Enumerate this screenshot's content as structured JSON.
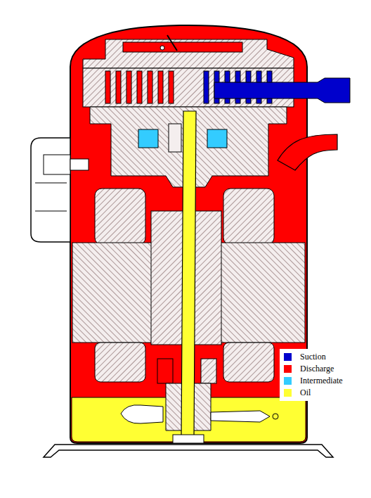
{
  "diagram": {
    "legend": [
      {
        "text": "Suction",
        "color": "#0000cc"
      },
      {
        "text": "Discharge",
        "color": "#ff0000"
      },
      {
        "text": "Intermediate",
        "color": "#33ccff"
      },
      {
        "text": "Oil",
        "color": "#ffff33"
      }
    ]
  }
}
